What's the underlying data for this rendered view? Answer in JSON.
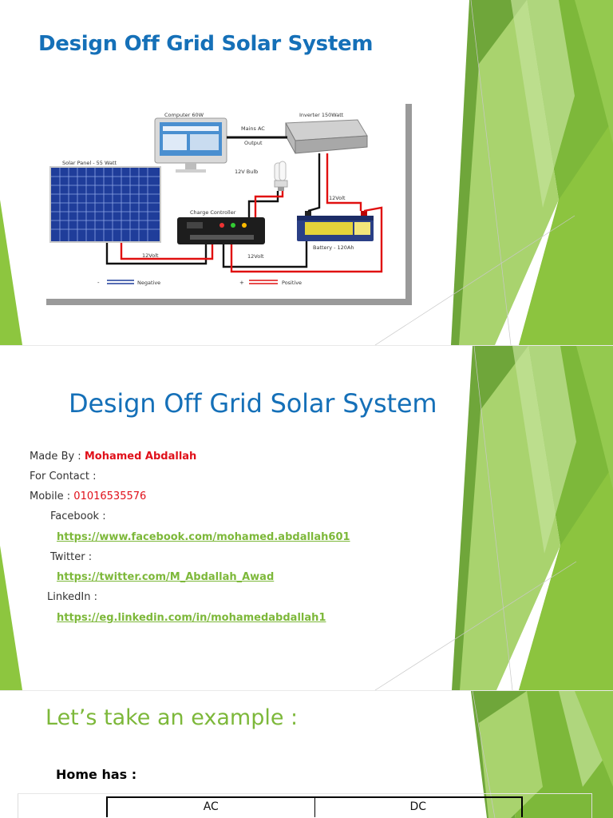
{
  "slide1": {
    "title": "Design Off Grid Solar System",
    "diagram": {
      "computer_label": "Computer 60W",
      "inverter_label": "Inverter 150Watt",
      "mains_label": "Mains AC",
      "output_label": "Output",
      "panel_label": "Solar Panel  - 55 Watt",
      "bulb_label": "12V Bulb",
      "controller_label": "Charge Controller",
      "battery_label": "Battery - 120Ah",
      "volt_label_1": "12Volt",
      "volt_label_2": "12Volt",
      "volt_label_3": "12Volt",
      "negative_label": "Negative",
      "positive_label": "Positive",
      "minus_sign": "-",
      "plus_sign": "+"
    }
  },
  "slide2": {
    "title": "Design Off Grid Solar System",
    "made_by_label": "Made By : ",
    "made_by_name": "Mohamed Abdallah",
    "contact_label": "For Contact :",
    "mobile_label": "Mobile : ",
    "mobile_value": "01016535576",
    "facebook_label": "Facebook :",
    "facebook_url": "https://www.facebook.com/mohamed.abdallah601",
    "twitter_label": "Twitter :",
    "twitter_url": "https://twitter.com/M_Abdallah_Awad",
    "linkedin_label": "LinkedIn :",
    "linkedin_url": "https://eg.linkedin.com/in/mohamedabdallah1"
  },
  "slide3": {
    "title": "Let’s take an example :",
    "home_has": "Home has :",
    "table_headers": [
      "AC",
      "DC"
    ]
  },
  "colors": {
    "title_blue": "#1570b8",
    "accent_green": "#7db83a",
    "red": "#e0101a"
  }
}
